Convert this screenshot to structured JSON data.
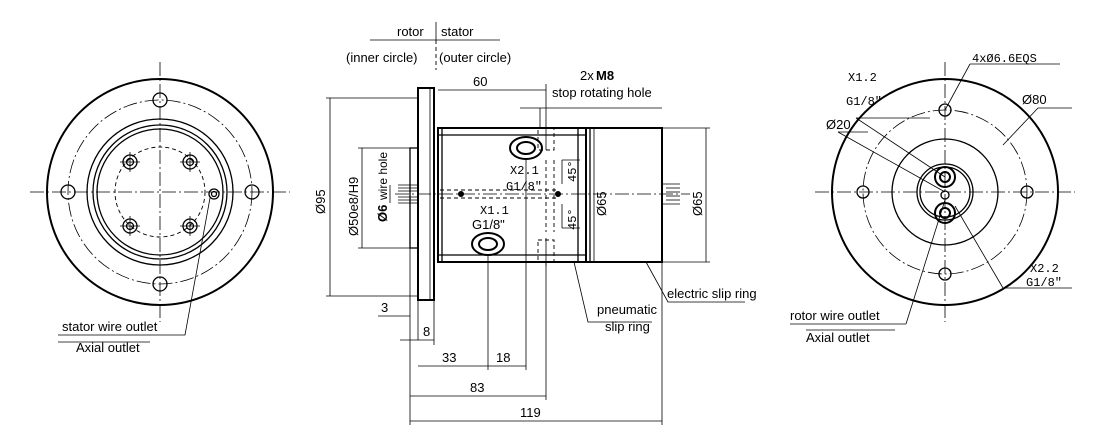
{
  "header": {
    "rotor": "rotor",
    "stator": "stator",
    "inner": "(inner circle)",
    "outer": "(outer circle)"
  },
  "left_view": {
    "label1": "stator wire outlet",
    "label2": "Axial outlet"
  },
  "side_view": {
    "dim_60": "60",
    "m8_prefix": "2x",
    "m8": "M8",
    "stop_hole": "stop rotating hole",
    "dia95": "Ø95",
    "dia50": "Ø50e8/H9",
    "dia6": "Ø6",
    "wire_hole": "wire hole",
    "x21": "X2.1",
    "g18a": "G1/8\"",
    "x11": "X1.1",
    "g18b": "G1/8\"",
    "deg45a": "45°",
    "deg45b": "45°",
    "dia65a": "Ø65",
    "dia65b": "Ø65",
    "dim_3": "3",
    "dim_8": "8",
    "dim_33": "33",
    "dim_18": "18",
    "dim_83": "83",
    "dim_119": "119",
    "pneumatic1": "pneumatic",
    "pneumatic2": "slip ring",
    "electric": "electric slip ring"
  },
  "right_view": {
    "x12": "X1.2",
    "g18c": "G1/8\"",
    "holes": "4xØ6.6EQS",
    "dia80": "Ø80",
    "dia20": "Ø20",
    "x22": "X2.2",
    "g18d": "G1/8\"",
    "rotor_outlet": "rotor wire outlet",
    "axial": "Axial outlet"
  }
}
